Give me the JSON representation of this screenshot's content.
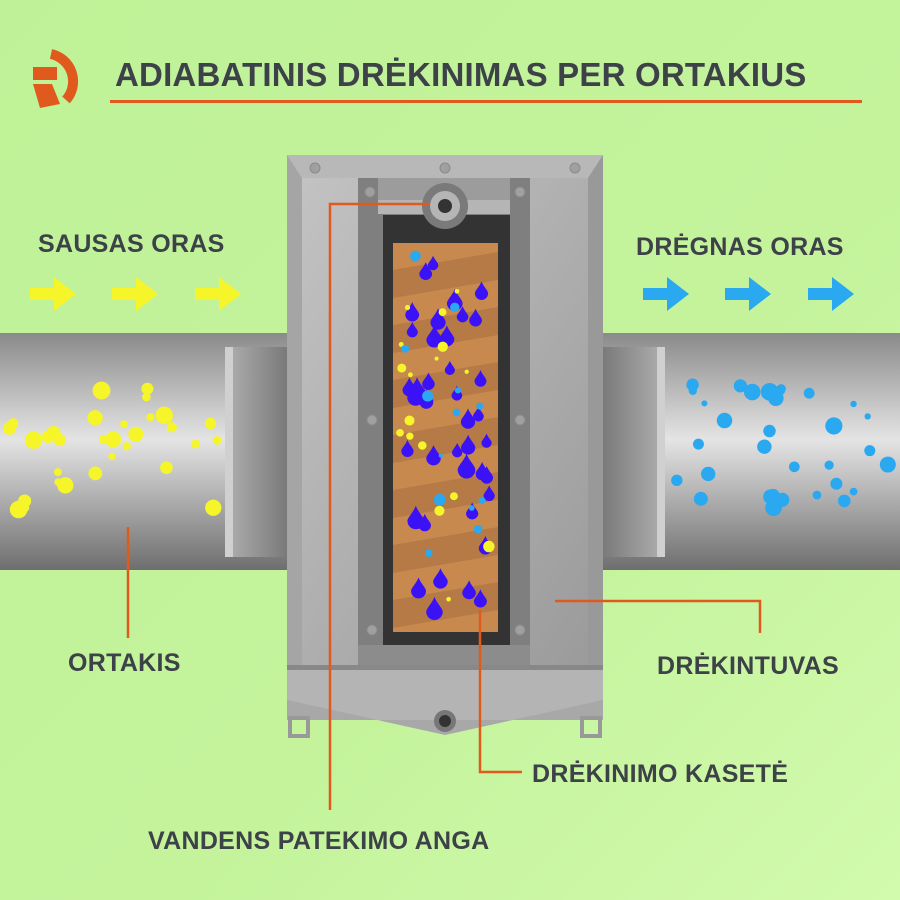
{
  "title": "ADIABATINIS DRĖKINIMAS PER ORTAKIUS",
  "labels": {
    "dry_air": "SAUSAS ORAS",
    "humid_air": "DRĖGNAS ORAS",
    "duct": "ORTAKIS",
    "humidifier": "DRĖKINTUVAS",
    "cassette": "DRĖKINIMO KASETĖ",
    "water_inlet": "VANDENS PATEKIMO ANGA"
  },
  "icons": [
    "logo-r",
    "arrow-right-yellow",
    "arrow-right-blue",
    "water-drop"
  ],
  "colors": {
    "accent": "#e05a1e",
    "text": "#3d4148",
    "dry_arrow": "#f5f52a",
    "humid_arrow": "#2aa8f0",
    "drop": "#3a12f5",
    "cassette": "#c8894f"
  }
}
